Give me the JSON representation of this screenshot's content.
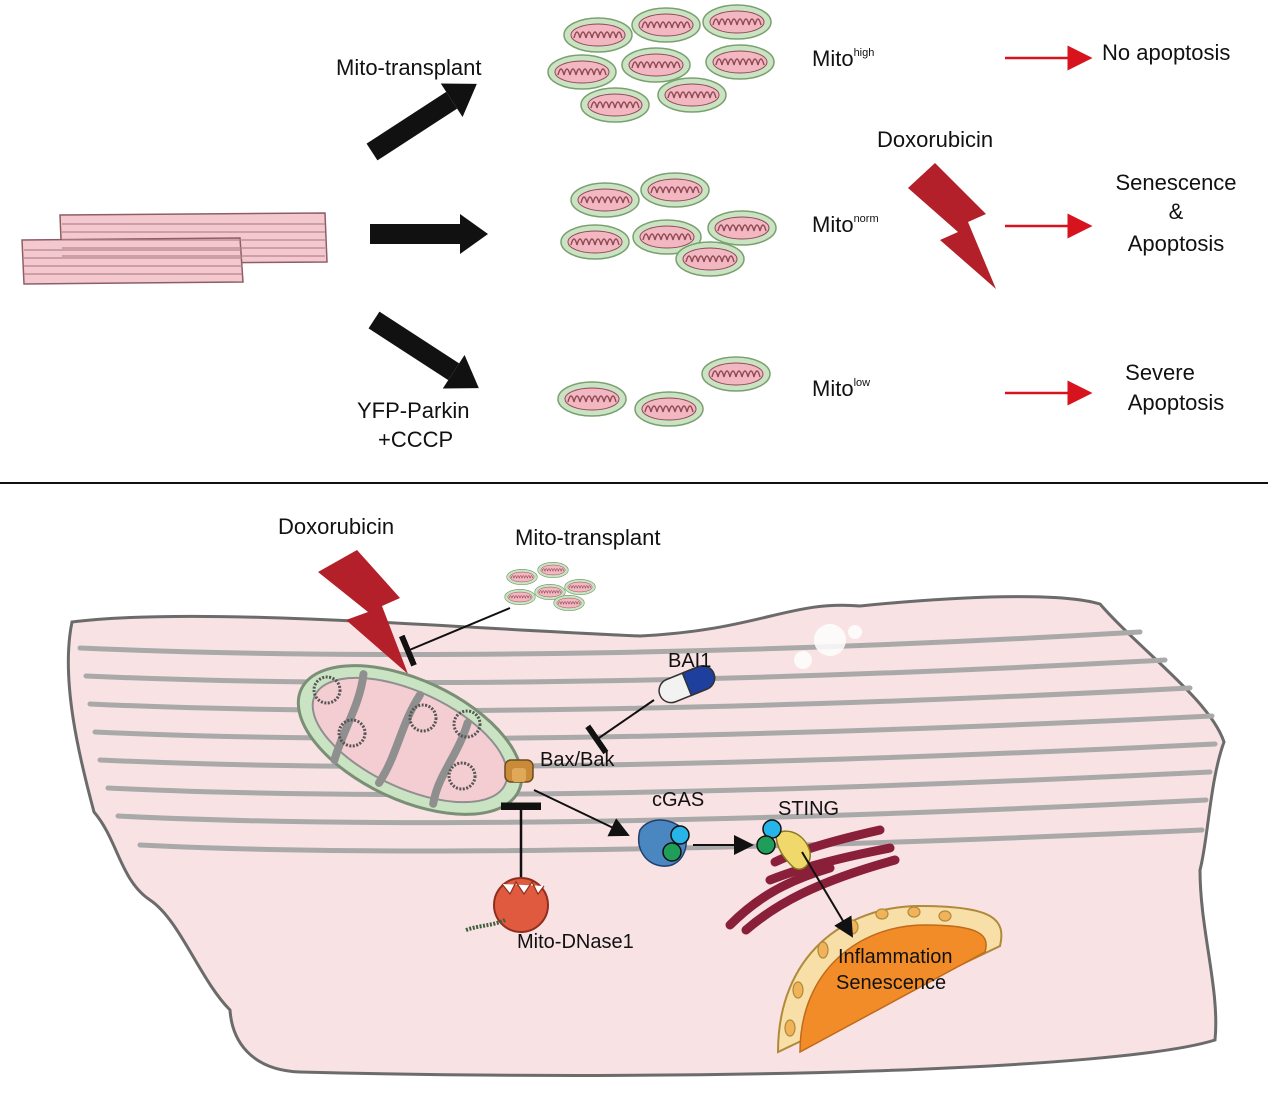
{
  "top_panel": {
    "branch_labels": {
      "transplant": "Mito-transplant",
      "parkin_line1": "YFP-Parkin",
      "parkin_line2": "+CCCP"
    },
    "mito_states": [
      {
        "base": "Mito",
        "sup": "high",
        "outcome_lines": [
          "No apoptosis"
        ]
      },
      {
        "base": "Mito",
        "sup": "norm",
        "outcome_lines": [
          "Senescence",
          "&",
          "Apoptosis"
        ]
      },
      {
        "base": "Mito",
        "sup": "low",
        "outcome_lines": [
          "Severe",
          "Apoptosis"
        ]
      }
    ],
    "drug_label": "Doxorubicin"
  },
  "bottom_panel": {
    "drug_label": "Doxorubicin",
    "transplant_label": "Mito-transplant",
    "bai1_label": "BAI1",
    "baxbak_label": "Bax/Bak",
    "cgas_label": "cGAS",
    "sting_label": "STING",
    "dnase_label": "Mito-DNase1",
    "nucleus_line1": "Inflammation",
    "nucleus_line2": "Senescence"
  },
  "colors": {
    "arrow_black": "#111111",
    "arrow_red": "#d7141e",
    "lightning": "#b3202a",
    "mito_outer": "#c9e3c3",
    "mito_inner": "#f2b7c0",
    "cell_fill": "#f8e2e4",
    "stripe": "#a9a9a9",
    "er": "#8a1f3a",
    "nucleus": "#f28c28"
  },
  "icons": [
    "lightning-icon",
    "mitochondrion-icon",
    "capsule-icon",
    "dnase-enzyme-icon",
    "cgas-protein-icon",
    "sting-protein-icon",
    "er-icon",
    "nucleus-icon"
  ]
}
